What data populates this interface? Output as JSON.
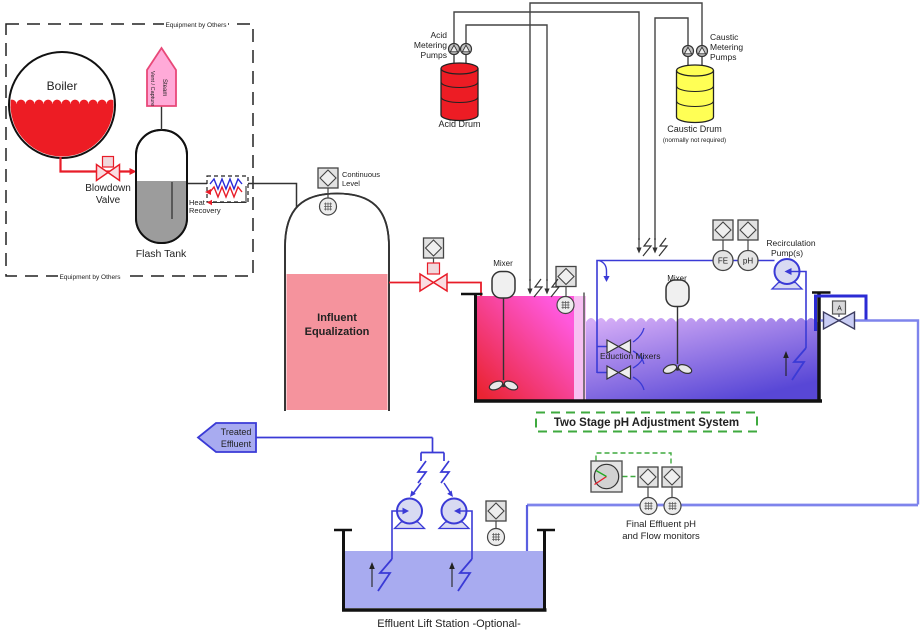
{
  "labels": {
    "equipment_by_others": "Equipment by Others",
    "boiler": "Boiler",
    "blowdown_valve": [
      "Blowdown",
      "Valve"
    ],
    "flash_tank": "Flash Tank",
    "steam_vent": [
      "Vent / Capture",
      "Steam"
    ],
    "heat_recovery": [
      "Heat",
      "Recovery"
    ],
    "influent_equalization": [
      "Influent",
      "Equalization"
    ],
    "continuous_level": [
      "Continuous",
      "Level"
    ],
    "acid_metering_pumps": [
      "Acid",
      "Metering",
      "Pumps"
    ],
    "acid_drum": "Acid Drum",
    "caustic_metering_pumps": [
      "Caustic",
      "Metering",
      "Pumps"
    ],
    "caustic_drum": "Caustic Drum",
    "caustic_note": "(normally not required)",
    "mixer": "Mixer",
    "eduction_mixers": "Eduction Mixers",
    "fe": "FE",
    "ph": "pH",
    "recirculation_pump": [
      "Recirculation",
      "Pump(s)"
    ],
    "valve_a": "A",
    "two_stage_title": "Two Stage pH Adjustment System",
    "treated_effluent": [
      "Treated",
      "Effluent"
    ],
    "final_monitors": [
      "Final Effluent pH",
      "and Flow monitors"
    ],
    "effluent_lift_station": "Effluent Lift Station -Optional-"
  },
  "colors": {
    "acid_red": "#ed1c24",
    "caustic_yellow": "#ffff55",
    "influent_pink": "#f5939d",
    "stage1_gradient": [
      "#ff58dc",
      "#ea2433"
    ],
    "stage2_gradient": [
      "#d4acf6",
      "#5847d6"
    ],
    "lift_liquid": "#a8abf0",
    "effluent_line_blue": "#7e84ec",
    "piping_blue": "#3a3ad6",
    "annotation_green": "#3faa3f",
    "steam_pink": "#ffaad8",
    "pipe_gray": "#444444"
  },
  "icons": {
    "square-diamond": "instrument-transmitter",
    "hash-circle": "sensor-element",
    "bowtie": "valve",
    "circle-triangle": "metering-pump",
    "circle-base": "centrifugal-pump",
    "zigzag": "flex-connector",
    "gauge": "dial-indicator"
  }
}
